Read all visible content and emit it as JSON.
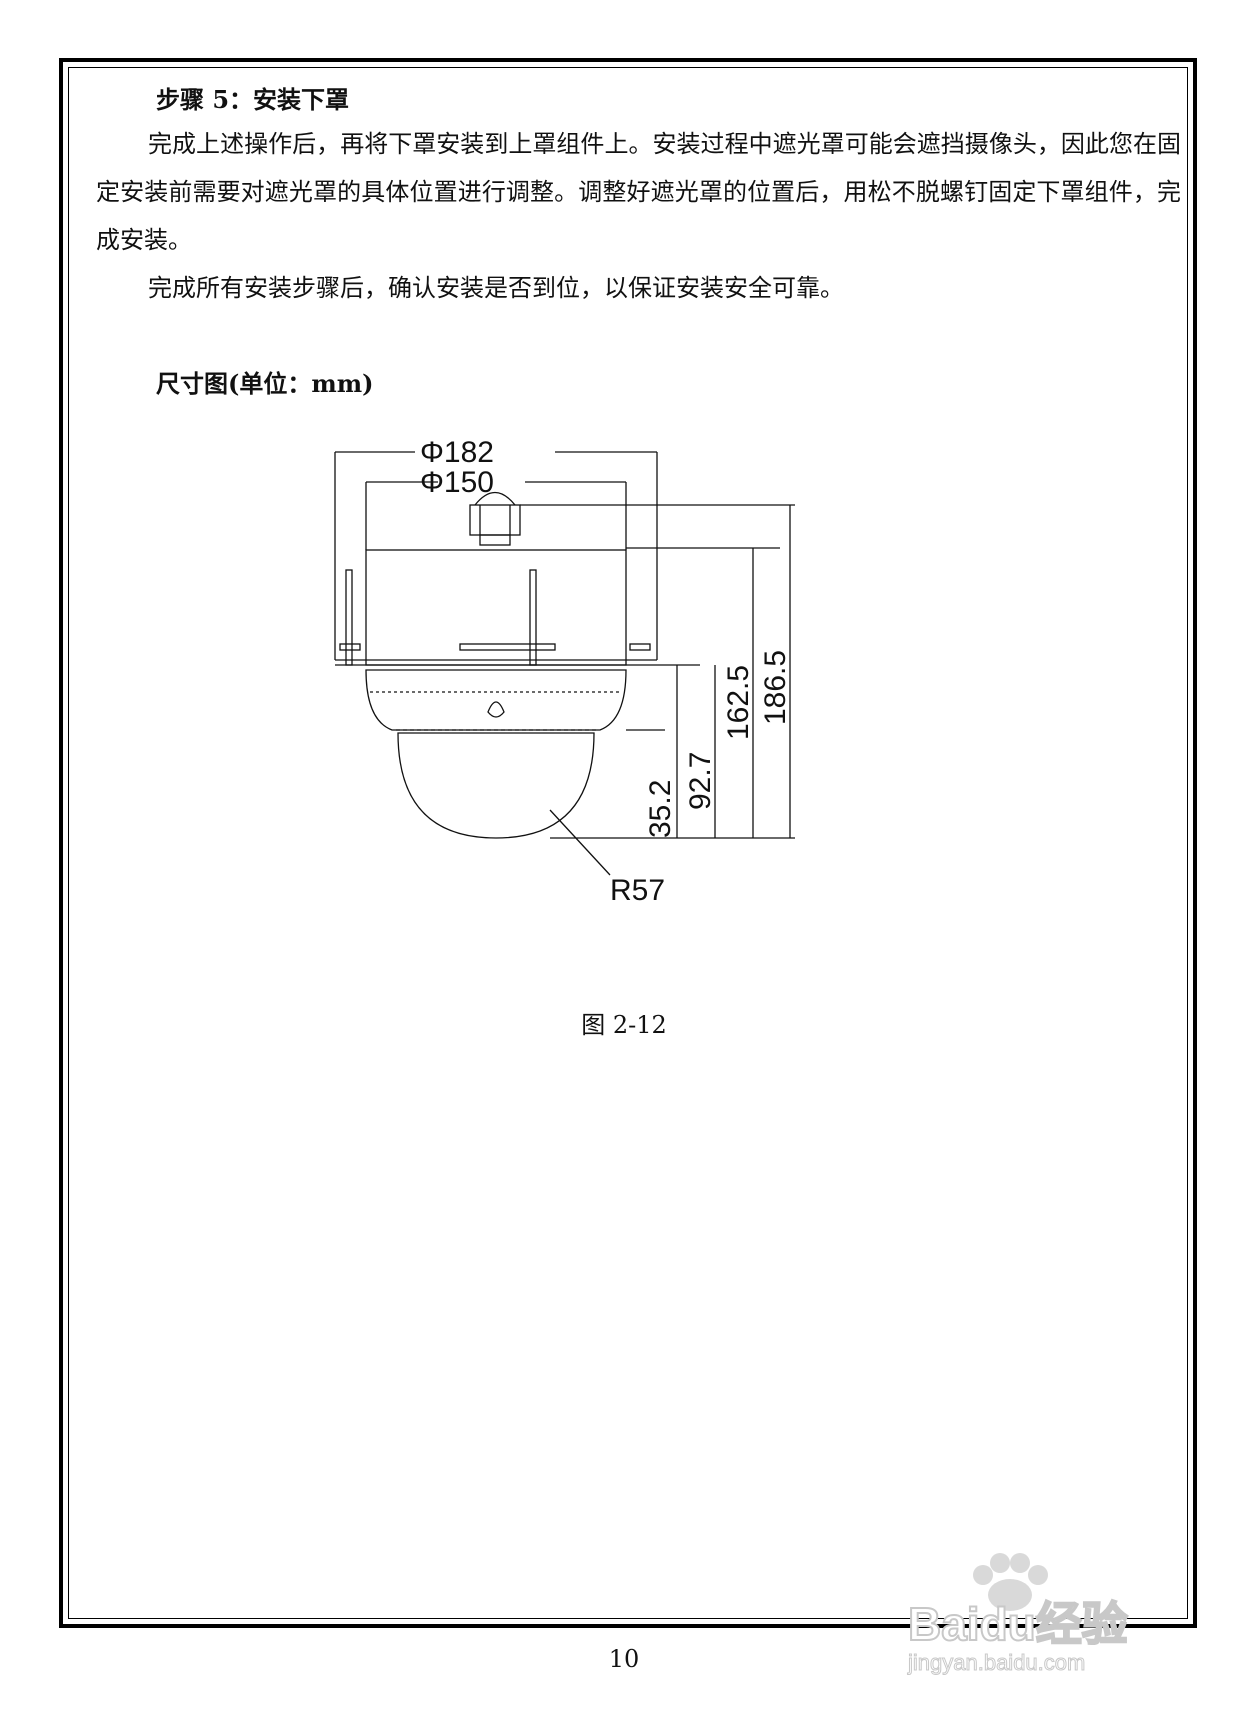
{
  "step": {
    "heading": "步骤 5：安装下罩",
    "paragraph1": "完成上述操作后，再将下罩安装到上罩组件上。安装过程中遮光罩可能会遮挡摄像头，因此您在固定安装前需要对遮光罩的具体位置进行调整。调整好遮光罩的位置后，用松不脱螺钉固定下罩组件，完成安装。",
    "paragraph2": "完成所有安装步骤后，确认安装是否到位，以保证安装安全可靠。"
  },
  "dimensions": {
    "title": "尺寸图(单位：mm)",
    "labels": {
      "outer_diameter": "Φ182",
      "inner_diameter": "Φ150",
      "dome_height": "35.2",
      "lower_height": "92.7",
      "body_height": "162.5",
      "total_height": "186.5",
      "radius": "R57"
    },
    "caption": "图 2-12"
  },
  "page_number": "10",
  "watermark": {
    "brand": "Baidu经验",
    "url": "jingyan.baidu.com"
  }
}
